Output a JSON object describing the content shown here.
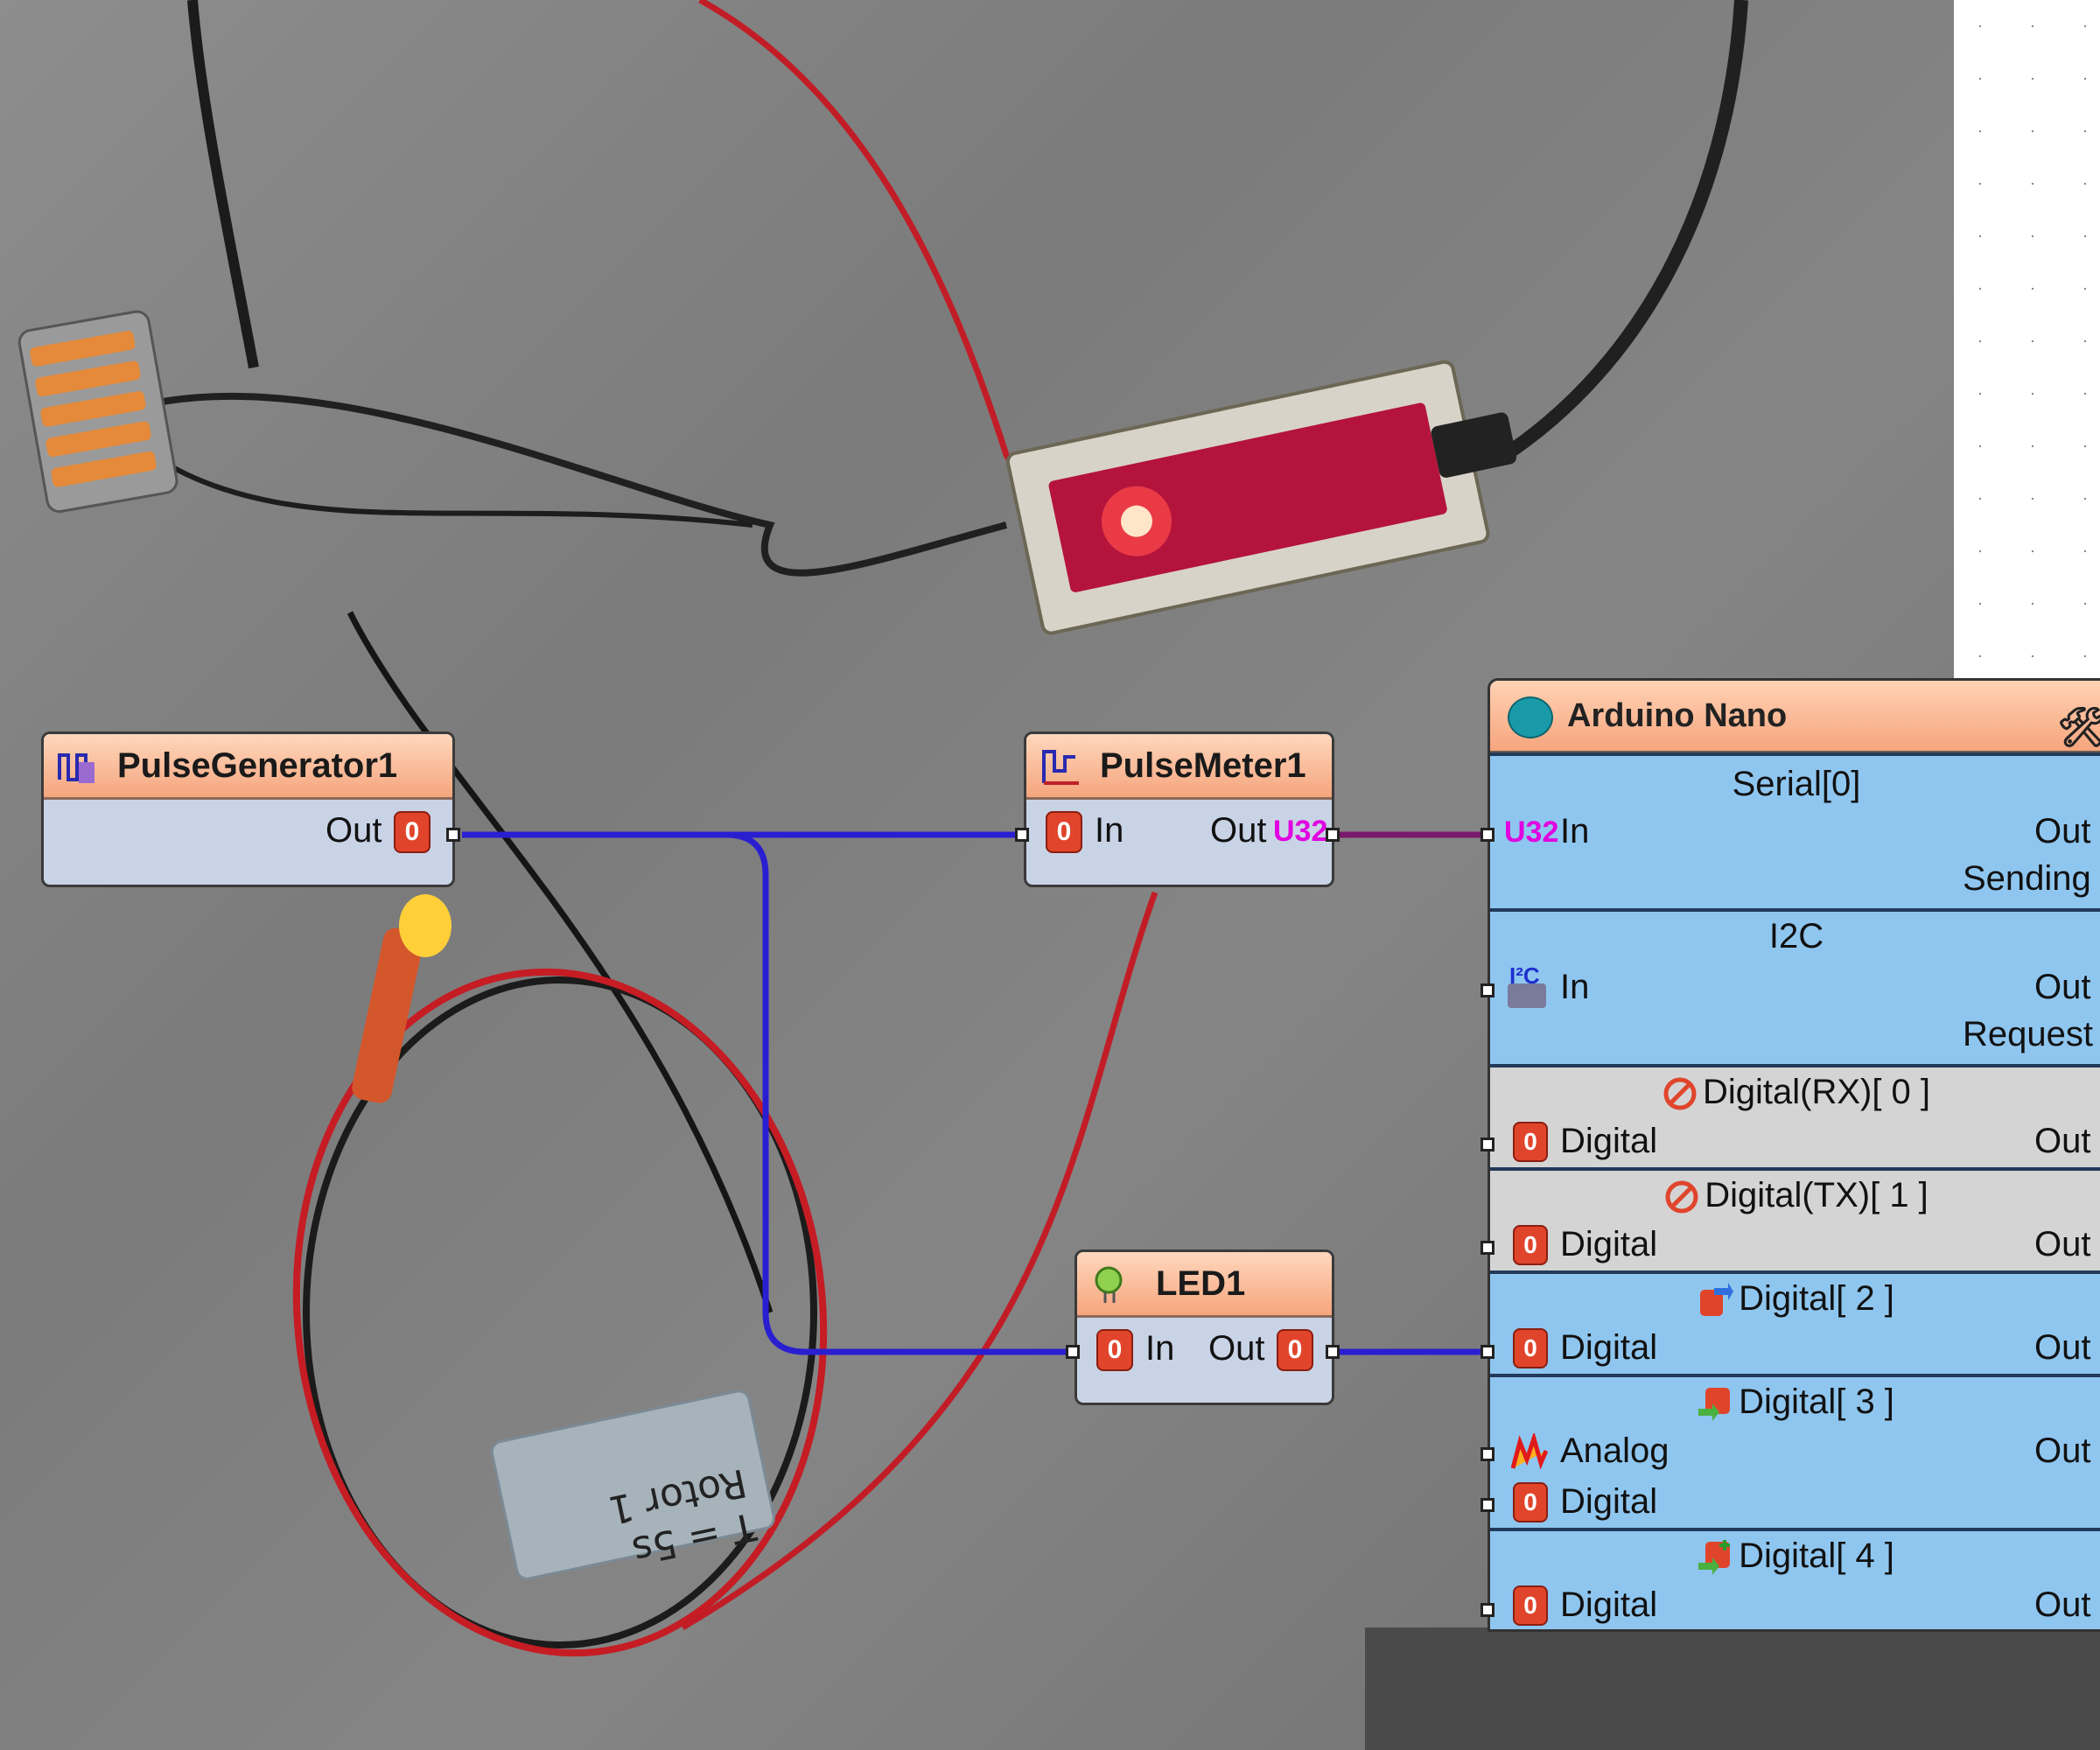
{
  "colors": {
    "wire_blue": "#2a1fd0",
    "wire_purple": "#7a1a6a",
    "header_orange": "#f5a57d",
    "arduino_blue": "#8fc6ef"
  },
  "components": {
    "pulse_generator": {
      "title": "PulseGenerator1",
      "out_label": "Out",
      "icon": "pulse-generator-icon"
    },
    "pulse_meter": {
      "title": "PulseMeter1",
      "in_label": "In",
      "out_label": "Out",
      "out_type": "U32",
      "icon": "pulse-meter-icon"
    },
    "led": {
      "title": "LED1",
      "in_label": "In",
      "out_label": "Out",
      "icon": "led-icon"
    }
  },
  "arduino": {
    "title": "Arduino Nano",
    "sections": {
      "serial": {
        "title": "Serial[0]",
        "in_type": "U32",
        "in_label": "In",
        "out_label": "Out",
        "sending_label": "Sending"
      },
      "i2c": {
        "title": "I2C",
        "in_label": "In",
        "out_label": "Out",
        "request_label": "Request"
      },
      "digital_rx": {
        "title": "Digital(RX)[ 0 ]",
        "in_label": "Digital",
        "out_label": "Out"
      },
      "digital_tx": {
        "title": "Digital(TX)[ 1 ]",
        "in_label": "Digital",
        "out_label": "Out"
      },
      "digital_2": {
        "title": "Digital[ 2 ]",
        "in_label": "Digital",
        "out_label": "Out"
      },
      "digital_3": {
        "title": "Digital[ 3 ]",
        "analog_label": "Analog",
        "in_label": "Digital",
        "out_label": "Out"
      },
      "digital_4": {
        "title": "Digital[ 4 ]",
        "in_label": "Digital",
        "out_label": "Out"
      }
    }
  },
  "photo": {
    "tape_note": "T = 5s\nRotor 1"
  }
}
